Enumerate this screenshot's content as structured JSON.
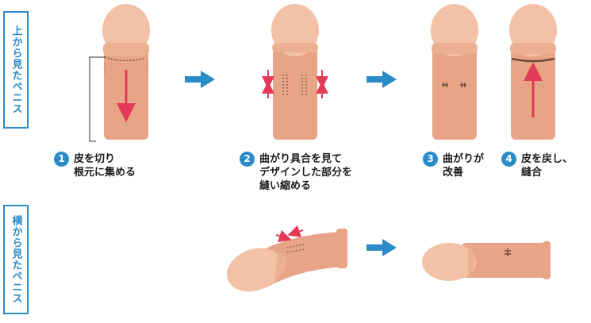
{
  "labels": {
    "top_view": "上から見たペニス",
    "side_view": "横から見たペニス"
  },
  "steps": [
    {
      "num": "1",
      "text": "皮を切り\n根元に集める"
    },
    {
      "num": "2",
      "text": "曲がり具合を見て\nデザインした部分を\n縫い縮める"
    },
    {
      "num": "3",
      "text": "曲がりが\n改善"
    },
    {
      "num": "4",
      "text": "皮を戻し、\n縫合"
    }
  ],
  "colors": {
    "accent": "#2a8bc7",
    "skin": "#e8a486",
    "skin_glans": "#f3c1a6",
    "arrow_red": "#e23a57",
    "suture_ring": "#6b4a3a"
  }
}
